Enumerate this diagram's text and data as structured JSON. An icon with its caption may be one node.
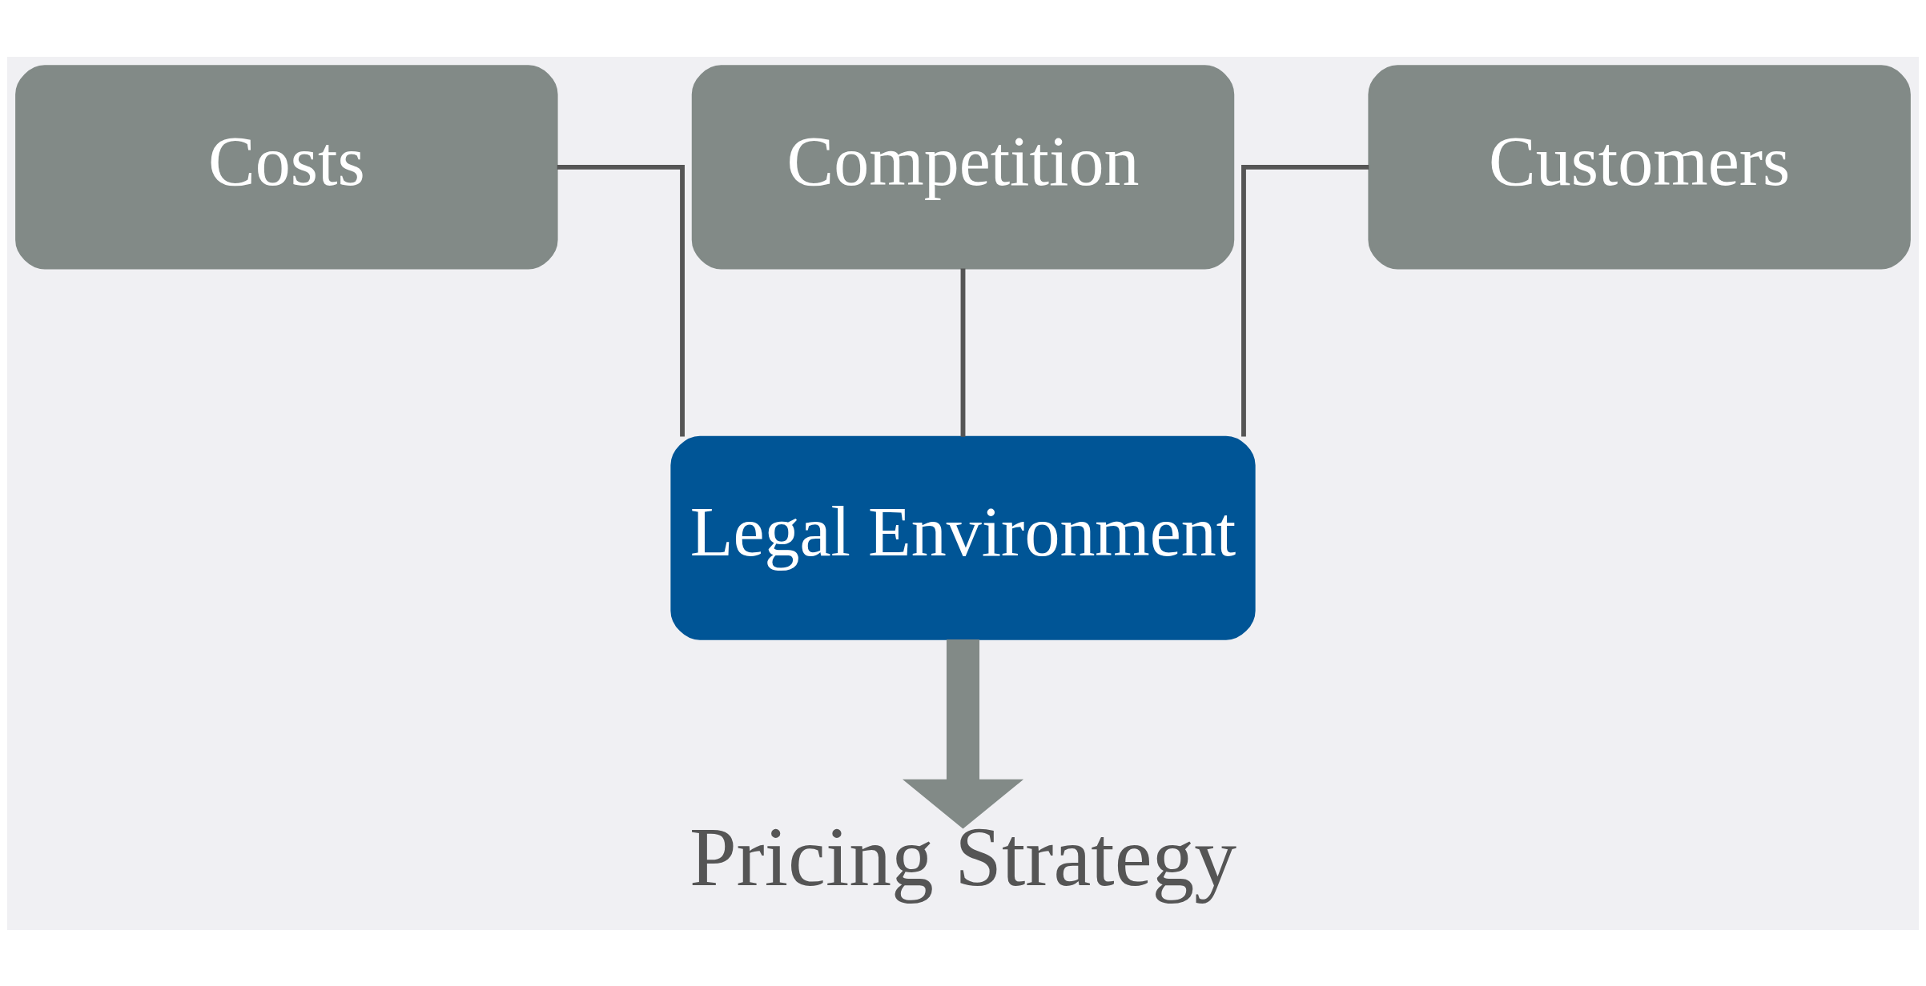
{
  "diagram": {
    "nodes": [
      {
        "text": [
          "Costs"
        ]
      },
      {
        "text": [
          "Competition"
        ]
      },
      {
        "text": [
          "Customers"
        ]
      },
      {
        "text": [
          "Legal Environment"
        ]
      },
      {
        "text": [
          "Pricing Strategy"
        ]
      }
    ],
    "edges": [
      {
        "from": 0,
        "to": 3,
        "arrow": "none"
      },
      {
        "from": 1,
        "to": 3,
        "arrow": "none"
      },
      {
        "from": 2,
        "to": 3,
        "arrow": "none"
      },
      {
        "from": 3,
        "to": 4,
        "arrow": "to",
        "style": "thick",
        "color": "#828a87"
      }
    ]
  }
}
